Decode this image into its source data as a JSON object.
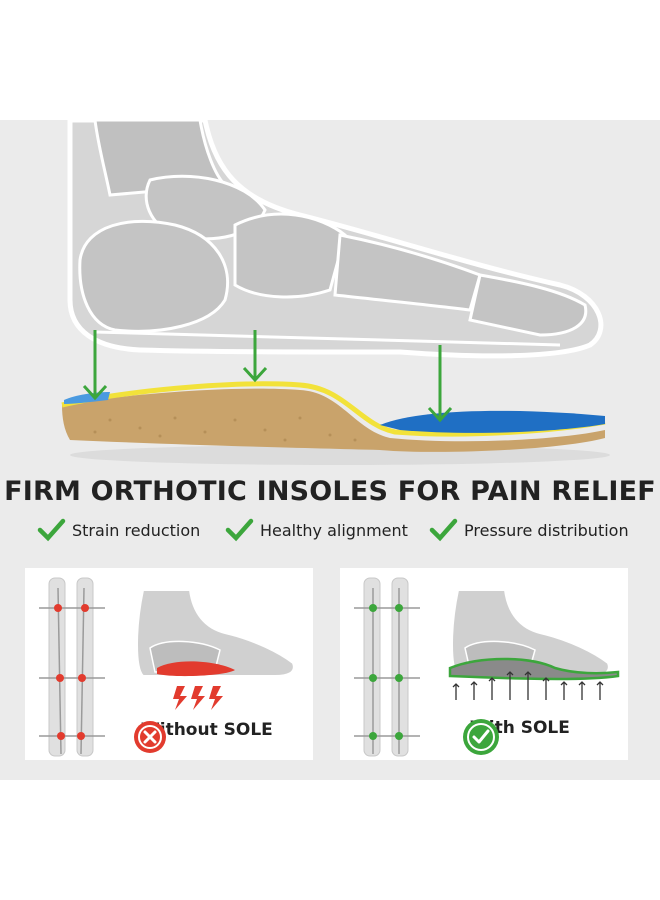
{
  "headline": "FIRM ORTHOTIC INSOLES FOR PAIN RELIEF",
  "features": [
    {
      "label": "Strain reduction",
      "icon": "check-icon"
    },
    {
      "label": "Healthy alignment",
      "icon": "check-icon"
    },
    {
      "label": "Pressure distribution",
      "icon": "check-icon"
    }
  ],
  "comparison": {
    "without": {
      "label": "Without SOLE",
      "icon": "x-circle-icon",
      "color": "#e23b2e"
    },
    "with": {
      "label": "With SOLE",
      "icon": "check-circle-icon",
      "color": "#3ca63c"
    }
  },
  "colors": {
    "accent_green": "#3ca63c",
    "alert_red": "#e23b2e",
    "cork": "#c9a36b",
    "insole_blue": "#1f6fc4",
    "insole_yellow": "#f2e23a",
    "bone_gray": "#c4c4c4"
  }
}
